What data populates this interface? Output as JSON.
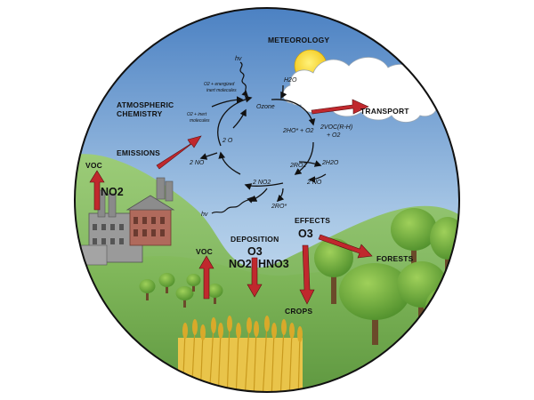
{
  "labels": {
    "meteorology": "METEOROLOGY",
    "atmospheric_chemistry_1": "ATMOSPHERIC",
    "atmospheric_chemistry_2": "CHEMISTRY",
    "emissions": "EMISSIONS",
    "transport": "TRANSPORT",
    "deposition": "DEPOSITION",
    "effects": "EFFECTS",
    "forests": "FORESTS",
    "crops": "CROPS",
    "voc_left": "VOC",
    "voc_center": "VOC"
  },
  "chemistry": {
    "hv_top": "hv",
    "hv_bottom": "hv",
    "h2o": "H2O",
    "o2_energized_1": "O2 + energized",
    "o2_energized_2": "inert molecules",
    "o2_inert_1": "O2 + inert",
    "o2_inert_2": "molecules",
    "ozone": "Ozone",
    "two_o": "2 O",
    "two_no_left": "2 NO",
    "two_no2": "2 NO2",
    "two_ho": "2HO* + O2",
    "two_voc_1": "2VOC(R-H)",
    "two_voc_2": "+ O2",
    "two_ro2": "2RO2",
    "two_h2o": "2H2O",
    "two_no_right": "2 NO",
    "two_ro": "2RO*"
  },
  "pollutants": {
    "no2_factory": "NO2",
    "o3_deposition": "O3",
    "no2_deposition": "NO2",
    "hno3": "HNO3",
    "o3_effects": "O3"
  },
  "colors": {
    "sky_top": "#4f86c6",
    "sky_bottom": "#dceaf6",
    "grass_back": "#8dc06a",
    "grass_front": "#6fa84a",
    "red_arrow": "#c0282d",
    "sun": "#f6d21c"
  }
}
